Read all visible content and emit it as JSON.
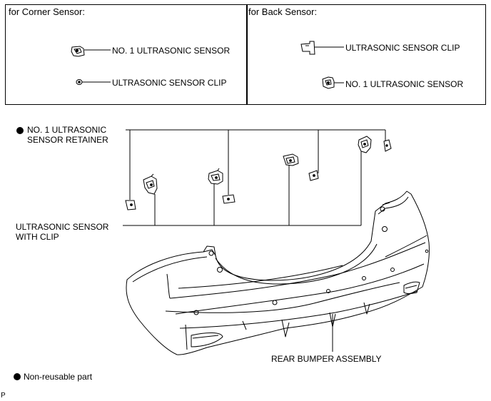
{
  "panels": {
    "corner": {
      "heading": "for Corner Sensor:",
      "sensor_label": "NO. 1 ULTRASONIC SENSOR",
      "clip_label": "ULTRASONIC SENSOR CLIP"
    },
    "back": {
      "heading": "for Back Sensor:",
      "clip_label": "ULTRASONIC SENSOR CLIP",
      "sensor_label": "NO. 1 ULTRASONIC SENSOR"
    }
  },
  "callouts": {
    "retainer_line1": "NO. 1 ULTRASONIC",
    "retainer_line2": "SENSOR RETAINER",
    "sensor_clip_line1": "ULTRASONIC SENSOR",
    "sensor_clip_line2": "WITH CLIP",
    "bumper": "REAR BUMPER ASSEMBLY"
  },
  "legend": {
    "non_reusable": "Non-reusable part"
  },
  "figure_code": "P"
}
